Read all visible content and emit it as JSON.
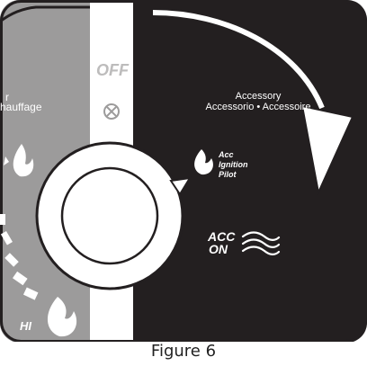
{
  "control": {
    "off_label": "OFF",
    "left_label_line1": "r",
    "left_label_line2": "hauffage",
    "hi_label": "HI",
    "accessory_line1": "Accessory",
    "accessory_line2": "Accessorio • Accessoire",
    "acc_small_1": "Acc",
    "acc_small_2": "Ignition",
    "acc_small_3": "Pilot",
    "acc_on_1": "ACC",
    "acc_on_2": "ON"
  },
  "caption": "Figure 6",
  "colors": {
    "panel_dark": "#231f20",
    "left_gray": "#9c9b9b",
    "strip_white": "#ffffff",
    "off_gray": "#bdbcbc",
    "knob_fill": "#ffffff",
    "text_light": "#ffffff",
    "caption_text": "#222222"
  },
  "icons": [
    "off-symbol-icon",
    "flame-icon",
    "pointer-triangle-icon",
    "air-waves-icon",
    "rotation-arrow-icon"
  ]
}
